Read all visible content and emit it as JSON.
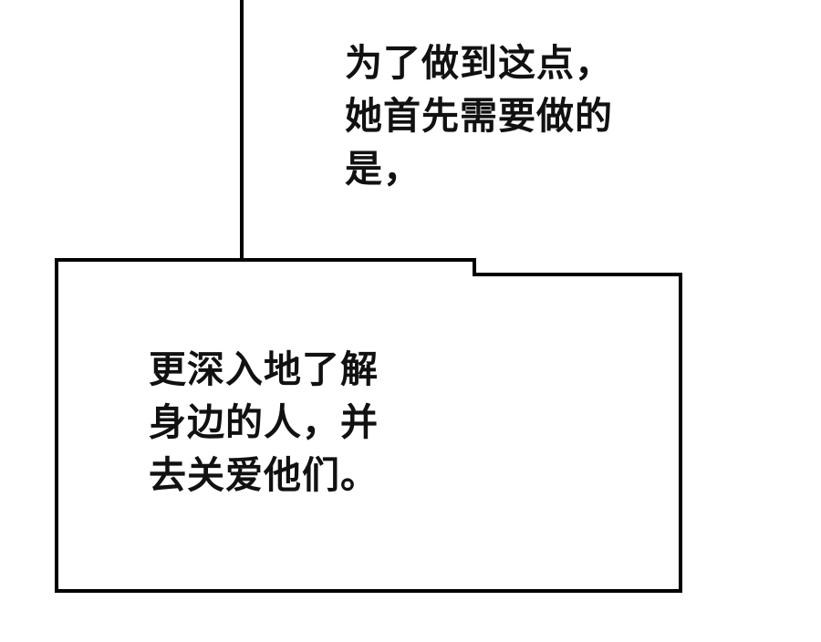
{
  "colors": {
    "background": "#ffffff",
    "panel_border": "#000000",
    "text": "#111111"
  },
  "narration_top": {
    "line1": "为了做到这点，",
    "line2": "她首先需要做的",
    "line3": "是，"
  },
  "narration_bottom": {
    "line1": "更深入地了解",
    "line2": "身边的人，并",
    "line3": "去关爱他们。"
  }
}
